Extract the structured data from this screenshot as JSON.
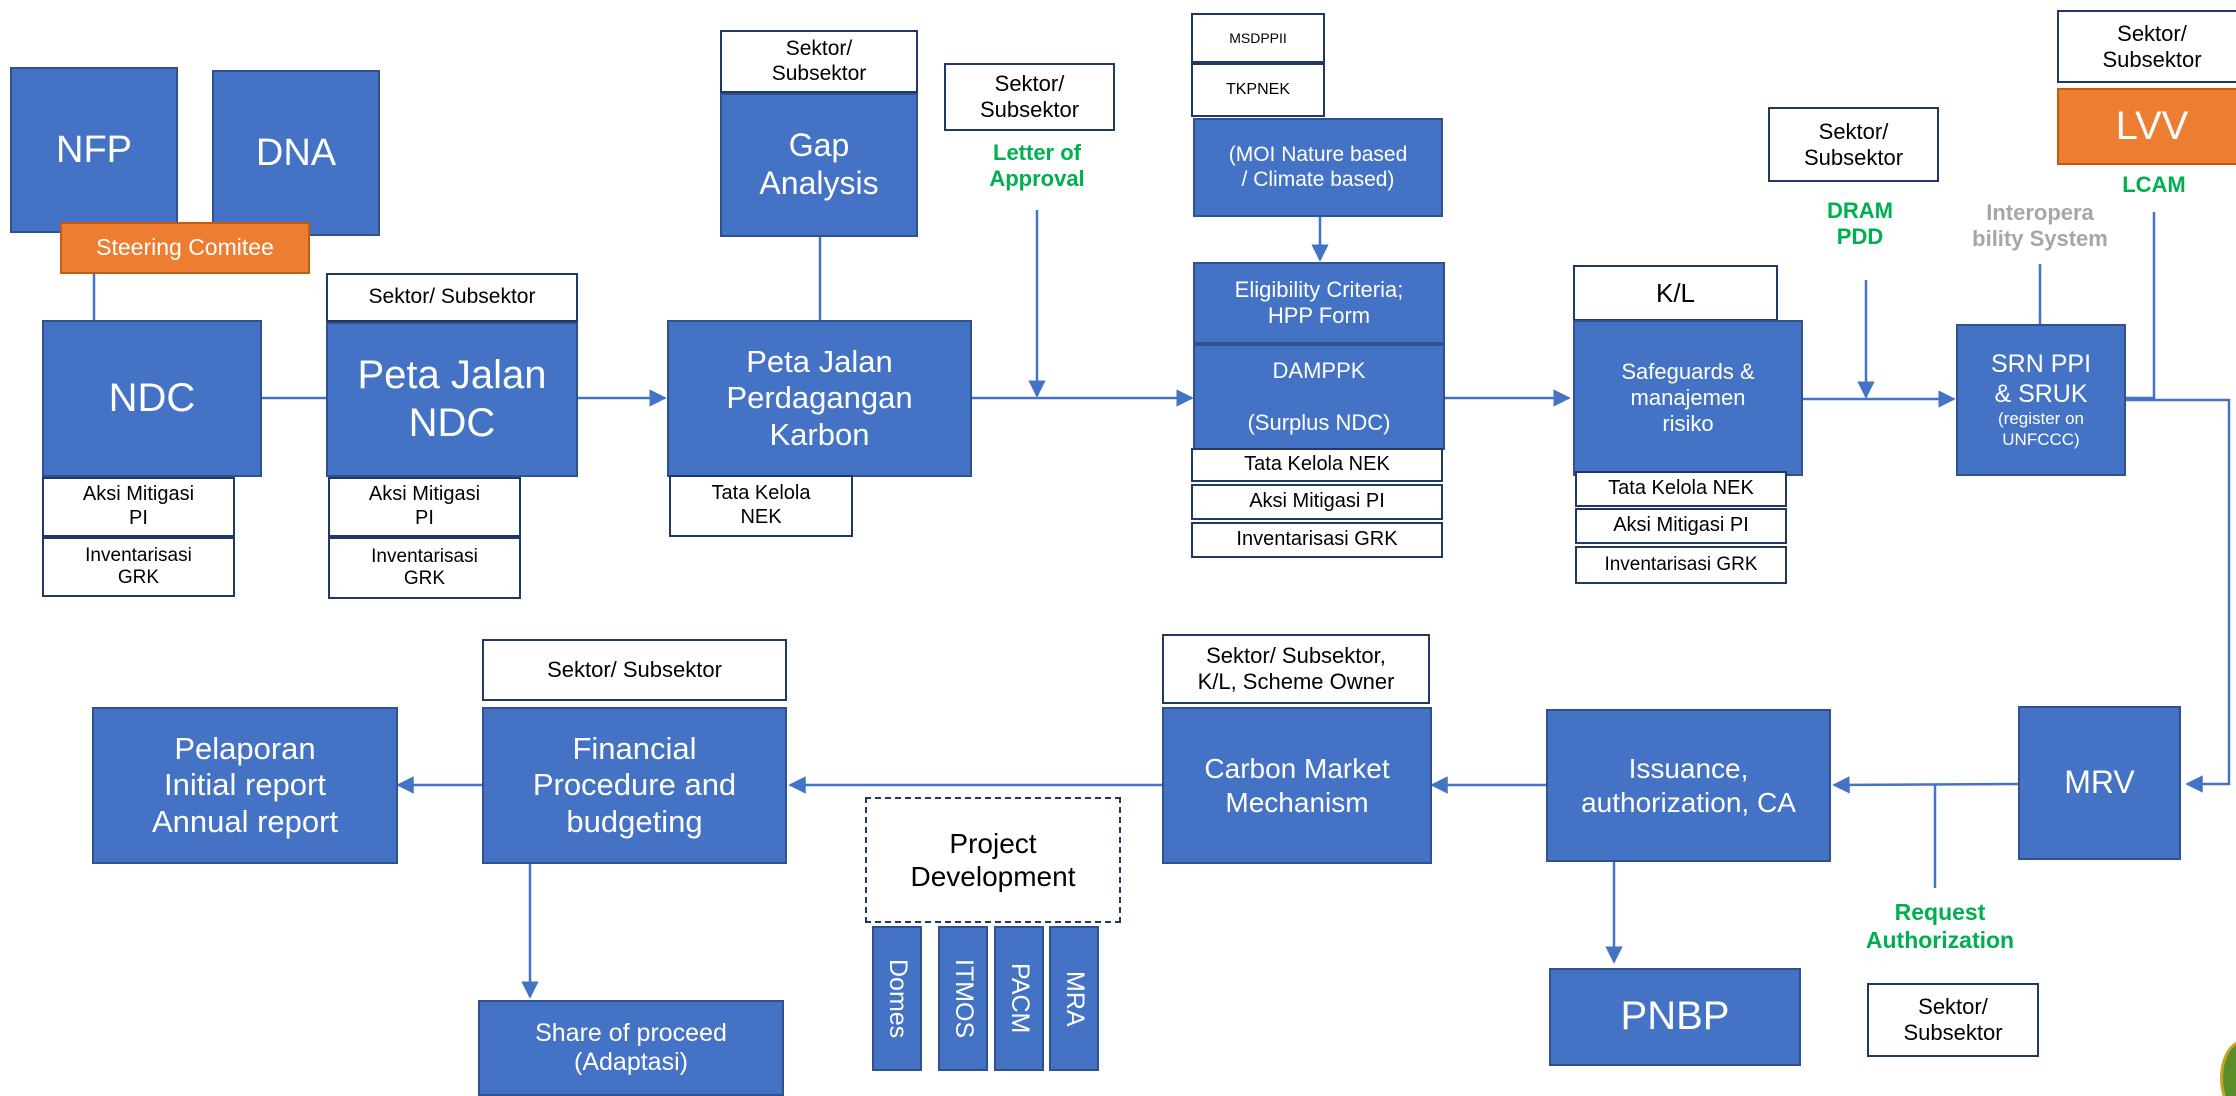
{
  "colors": {
    "box_blue": "#4472c4",
    "box_orange": "#ed7d31",
    "line": "#4472c4",
    "label_green": "#00b050",
    "label_grey": "#a6a6a6"
  },
  "top": {
    "nfp": "NFP",
    "dna": "DNA",
    "steering": "Steering Comitee",
    "ndc": "NDC",
    "ndc_aksi": "Aksi Mitigasi\nPI",
    "ndc_inv": "Inventarisasi\nGRK",
    "peta_sektor": "Sektor/ Subsektor",
    "peta_ndc": "Peta Jalan\nNDC",
    "peta_aksi": "Aksi Mitigasi\nPI",
    "peta_inv": "Inventarisasi\nGRK",
    "gap_sektor": "Sektor/\nSubsektor",
    "gap": "Gap\nAnalysis",
    "peta_karbon": "Peta Jalan\nPerdagangan\nKarbon",
    "peta_karbon_tata": "Tata Kelola\nNEK",
    "loa_sektor": "Sektor/\nSubsektor",
    "loa": "Letter of\nApproval",
    "msdppii": "MSDPPII",
    "tkpnek": "TKPNEK",
    "moi": "(MOI Nature based\n/ Climate based)",
    "elig": "Eligibility Criteria;\nHPP Form",
    "damppk": "DAMPPK\n\n(Surplus NDC)",
    "damppk_tata": "Tata Kelola NEK",
    "damppk_aksi": "Aksi Mitigasi PI",
    "damppk_inv": "Inventarisasi GRK",
    "kl": "K/L",
    "safeguards": "Safeguards &\nmanajemen\nrisiko",
    "safe_tata": "Tata Kelola NEK",
    "safe_aksi": "Aksi Mitigasi PI",
    "safe_inv": "Inventarisasi GRK",
    "dram_sektor": "Sektor/\nSubsektor",
    "dram": "DRAM\nPDD",
    "interop": "Interopera\nbility System",
    "srn": "SRN PPI\n& SRUK",
    "srn_note": "(register on\nUNFCCC)",
    "lvv_sektor": "Sektor/\nSubsektor",
    "lvv": "LVV",
    "lcam": "LCAM"
  },
  "bottom": {
    "pelaporan": "Pelaporan\nInitial report\nAnnual report",
    "fin_sektor": "Sektor/ Subsektor",
    "financial": "Financial\nProcedure and\nbudgeting",
    "share": "Share of proceed\n(Adaptasi)",
    "project": "Project\nDevelopment",
    "pd_items": [
      "Domes",
      "ITMOS",
      "PACM",
      "MRA"
    ],
    "cmm_sektor": "Sektor/ Subsektor,\nK/L, Scheme Owner",
    "cmm": "Carbon Market\nMechanism",
    "issuance": "Issuance,\nauthorization, CA",
    "pnbp": "PNBP",
    "request": "Request\nAuthorization",
    "req_sektor": "Sektor/\nSubsektor",
    "mrv": "MRV"
  }
}
